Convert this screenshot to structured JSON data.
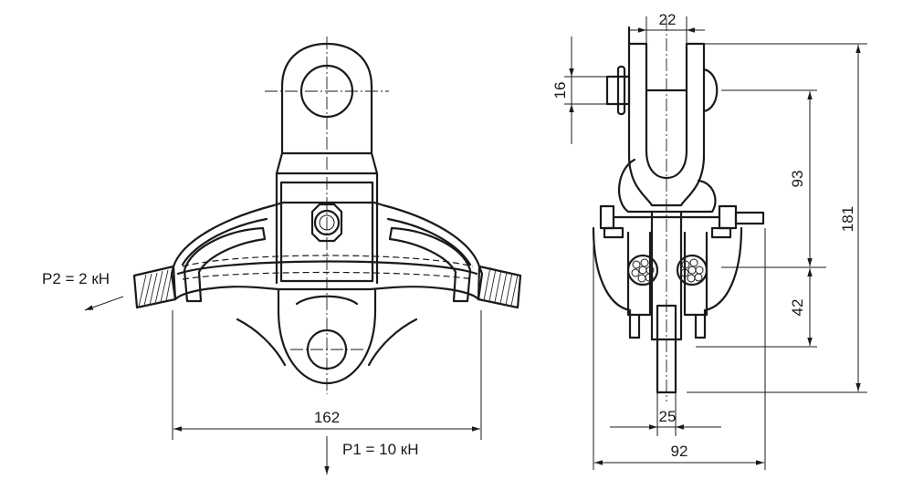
{
  "dimensions": {
    "width": "162",
    "height_top": "93",
    "height_bottom": "42",
    "height_total": "181",
    "clevis_width": "22",
    "pin_size": "16",
    "bottom_width": "25",
    "side_width": "92"
  },
  "loads": {
    "p1": "P1 = 10 кН",
    "p2": "P2 = 2 кН"
  },
  "colors": {
    "line": "#1a1a1a",
    "background": "#ffffff"
  }
}
